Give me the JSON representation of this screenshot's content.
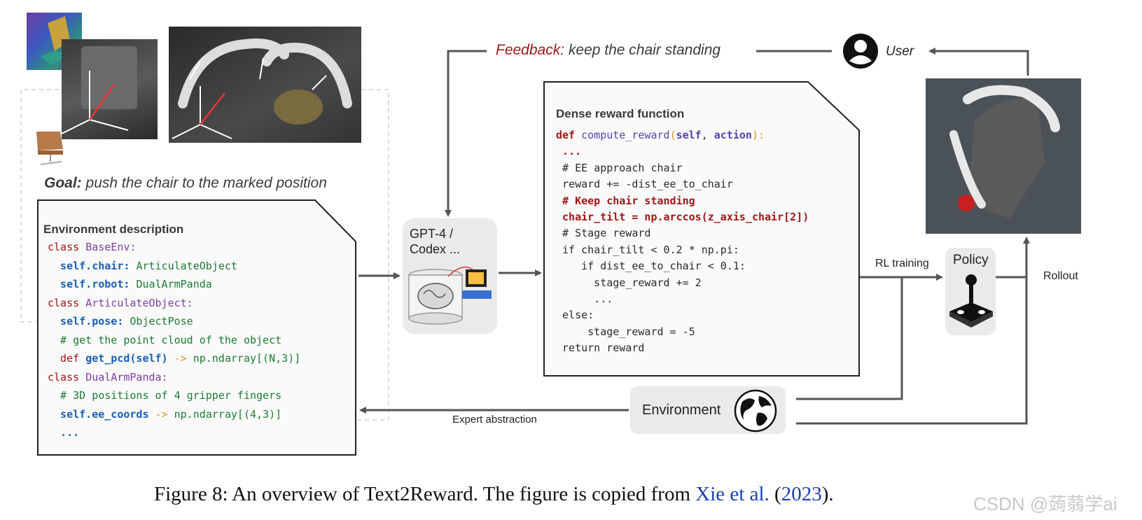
{
  "goal": {
    "prefix": "Goal:",
    "text": "push the chair to the marked position"
  },
  "feedback": {
    "prefix": "Feedback:",
    "text": "keep the chair standing"
  },
  "user_label": "User",
  "gpt_label_line1": "GPT-4 /",
  "gpt_label_line2": "Codex ...",
  "env_desc": {
    "title": "Environment description",
    "lines": [
      [
        {
          "t": "class ",
          "c": "kw"
        },
        {
          "t": "BaseEnv:",
          "c": "cls"
        }
      ],
      [
        {
          "t": "  self.chair: ",
          "c": "attr"
        },
        {
          "t": "ArticulateObject",
          "c": "typ"
        }
      ],
      [
        {
          "t": "  self.robot: ",
          "c": "attr"
        },
        {
          "t": "DualArmPanda",
          "c": "typ"
        }
      ],
      [
        {
          "t": "class ",
          "c": "kw"
        },
        {
          "t": "ArticulateObject:",
          "c": "cls"
        }
      ],
      [
        {
          "t": "  self.pose: ",
          "c": "attr"
        },
        {
          "t": "ObjectPose",
          "c": "typ"
        }
      ],
      [
        {
          "t": "  # get the point cloud of the object",
          "c": "typ"
        }
      ],
      [
        {
          "t": "  def ",
          "c": "kw"
        },
        {
          "t": "get_pcd(self)",
          "c": "attr"
        },
        {
          "t": " -> ",
          "c": "arrowop"
        },
        {
          "t": "np.ndarray[(N,3)]",
          "c": "typ"
        }
      ],
      [
        {
          "t": "class ",
          "c": "kw"
        },
        {
          "t": "DualArmPanda:",
          "c": "cls"
        }
      ],
      [
        {
          "t": "  # 3D positions of 4 gripper fingers",
          "c": "typ"
        }
      ],
      [
        {
          "t": "  self.ee_coords",
          "c": "attr"
        },
        {
          "t": " -> ",
          "c": "arrowop"
        },
        {
          "t": "np.ndarray[(4,3)]",
          "c": "typ"
        }
      ],
      [
        {
          "t": "  ...",
          "c": "attr"
        }
      ]
    ]
  },
  "reward": {
    "title": "Dense reward function",
    "lines": [
      [
        {
          "t": "def ",
          "c": "kw",
          "b": true
        },
        {
          "t": "compute_reward",
          "c": "fn"
        },
        {
          "t": "(",
          "c": "arrowop"
        },
        {
          "t": "self",
          "c": "fn",
          "b": true
        },
        {
          "t": ", ",
          "c": "cmt"
        },
        {
          "t": "action",
          "c": "fn",
          "b": true
        },
        {
          "t": "):",
          "c": "arrowop"
        }
      ],
      [
        {
          "t": " ...",
          "c": "kw",
          "b": true
        }
      ],
      [
        {
          "t": " # EE approach chair",
          "c": "cmt"
        }
      ],
      [
        {
          "t": " reward += -dist_ee_to_chair",
          "c": "cmt"
        }
      ],
      [
        {
          "t": " # Keep chair standing",
          "c": "kw",
          "b": true
        }
      ],
      [
        {
          "t": " chair_tilt = np.arccos(z_axis_chair[2])",
          "c": "kw",
          "b": true
        }
      ],
      [
        {
          "t": " # Stage reward",
          "c": "cmt"
        }
      ],
      [
        {
          "t": " if chair_tilt < 0.2 * np.pi:",
          "c": "cmt"
        }
      ],
      [
        {
          "t": "    if dist_ee_to_chair < 0.1:",
          "c": "cmt"
        }
      ],
      [
        {
          "t": "      stage_reward += 2",
          "c": "cmt"
        }
      ],
      [
        {
          "t": "      ...",
          "c": "cmt"
        }
      ],
      [
        {
          "t": " else:",
          "c": "cmt"
        }
      ],
      [
        {
          "t": "     stage_reward = -5",
          "c": "cmt"
        }
      ],
      [
        {
          "t": " return reward",
          "c": "cmt"
        }
      ]
    ]
  },
  "rl_training_label": "RL training",
  "policy_label": "Policy",
  "rollout_label": "Rollout",
  "environment_label": "Environment",
  "expert_abstraction_label": "Expert abstraction",
  "caption": {
    "text": "Figure 8: An overview of Text2Reward. The figure is copied from ",
    "ref_name": "Xie et al.",
    "ref_open": " (",
    "ref_year": "2023",
    "ref_close": ")."
  },
  "watermark": "CSDN @蒟蒻学ai",
  "colors": {
    "feedback_red": "#a31515",
    "line_gray": "#555555",
    "link_blue": "#1a3fb0"
  }
}
